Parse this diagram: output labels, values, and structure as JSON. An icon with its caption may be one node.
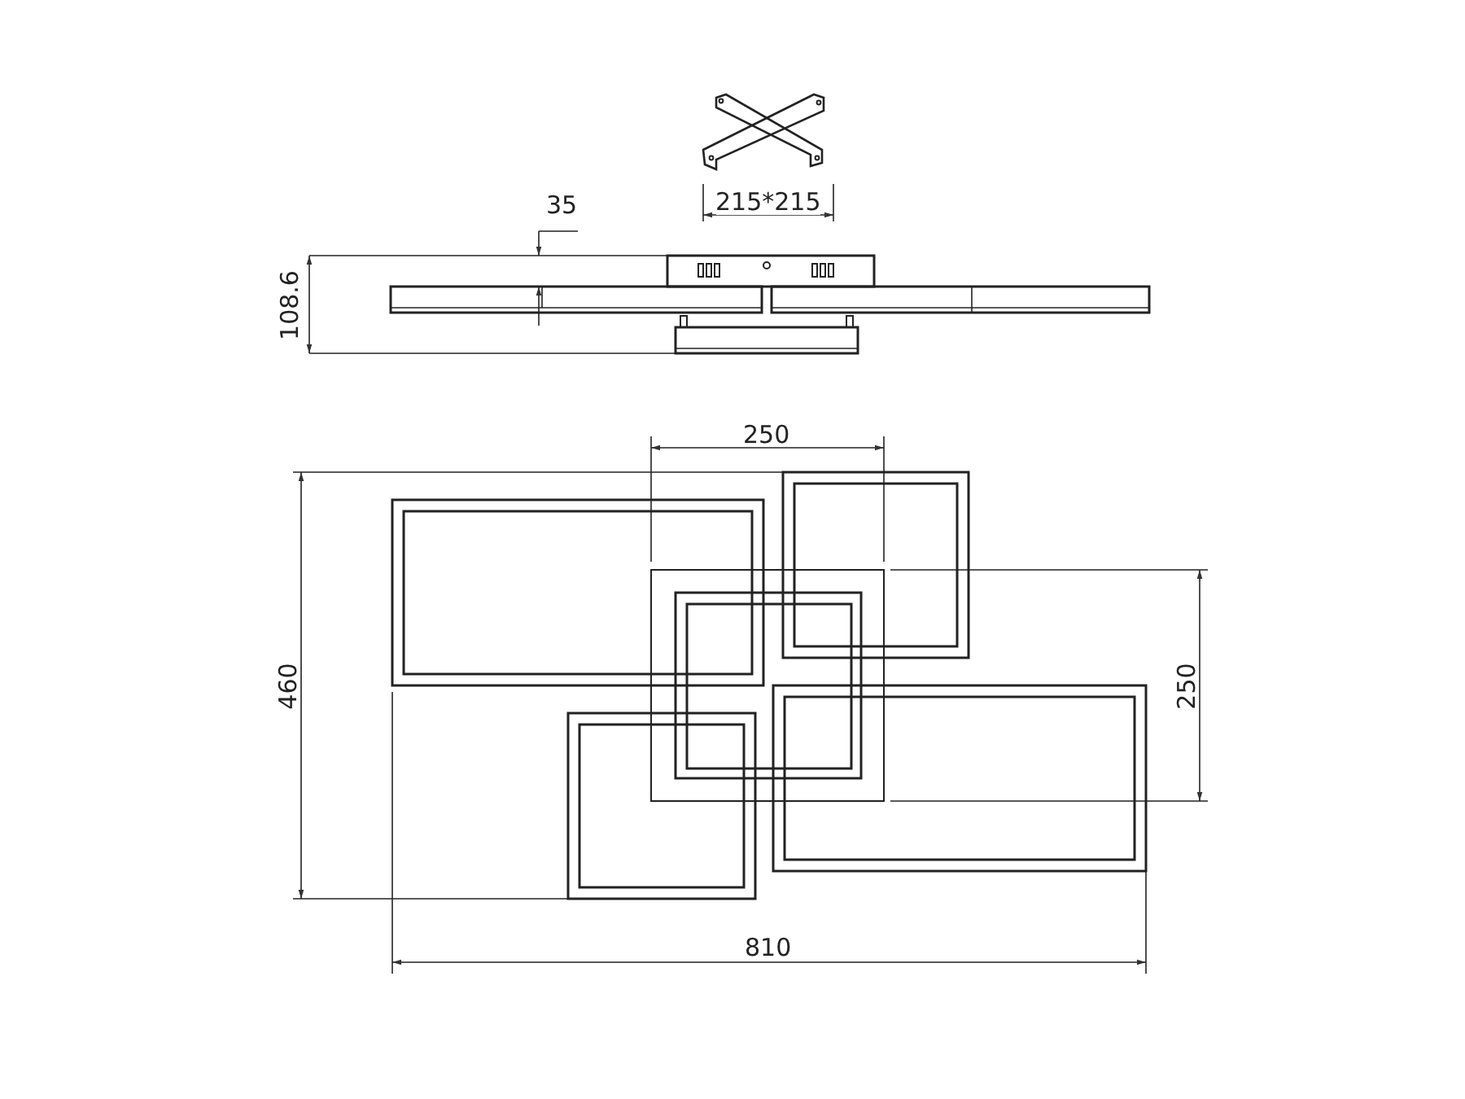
{
  "diagram": {
    "labels": [
      "35",
      "215*215",
      "108.6",
      "250",
      "460",
      "250",
      "810"
    ]
  }
}
